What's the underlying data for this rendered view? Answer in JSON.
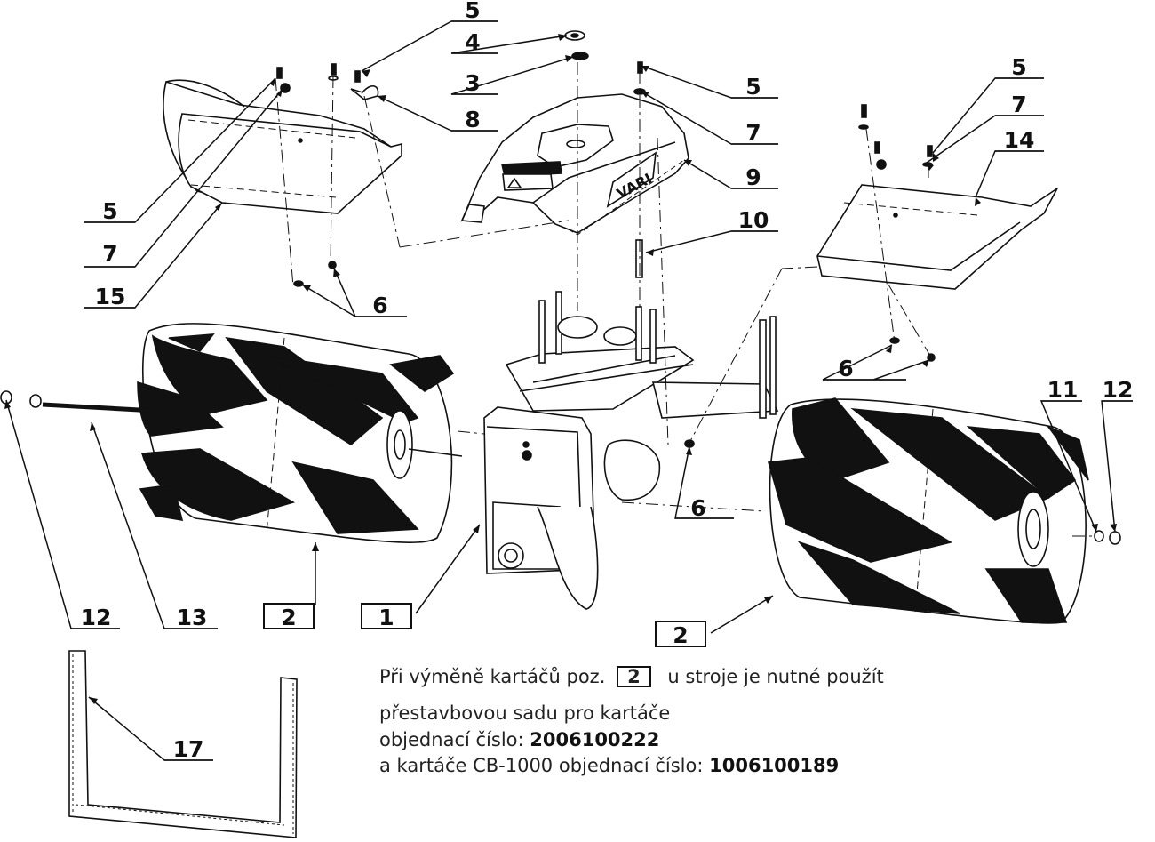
{
  "labels": [
    "5",
    "4",
    "3",
    "8",
    "5",
    "7",
    "9",
    "5",
    "7",
    "14",
    "5",
    "7",
    "15",
    "10",
    "6",
    "6",
    "6",
    "11",
    "12",
    "12",
    "13",
    "2",
    "1",
    "2",
    "17"
  ],
  "note": {
    "line1_pre": "Při výměně kartáčů poz.",
    "line1_box": "2",
    "line1_post": "u stroje je nutné použít",
    "line2": "přestavbovou sadu pro kartáče",
    "line3_pre": "objednací číslo:",
    "line3_num": "2006100222",
    "line4_pre": "a kartáče CB-1000 objednací číslo:",
    "line4_num": "1006100189"
  },
  "logos": {
    "cover_brand": "VARI"
  }
}
